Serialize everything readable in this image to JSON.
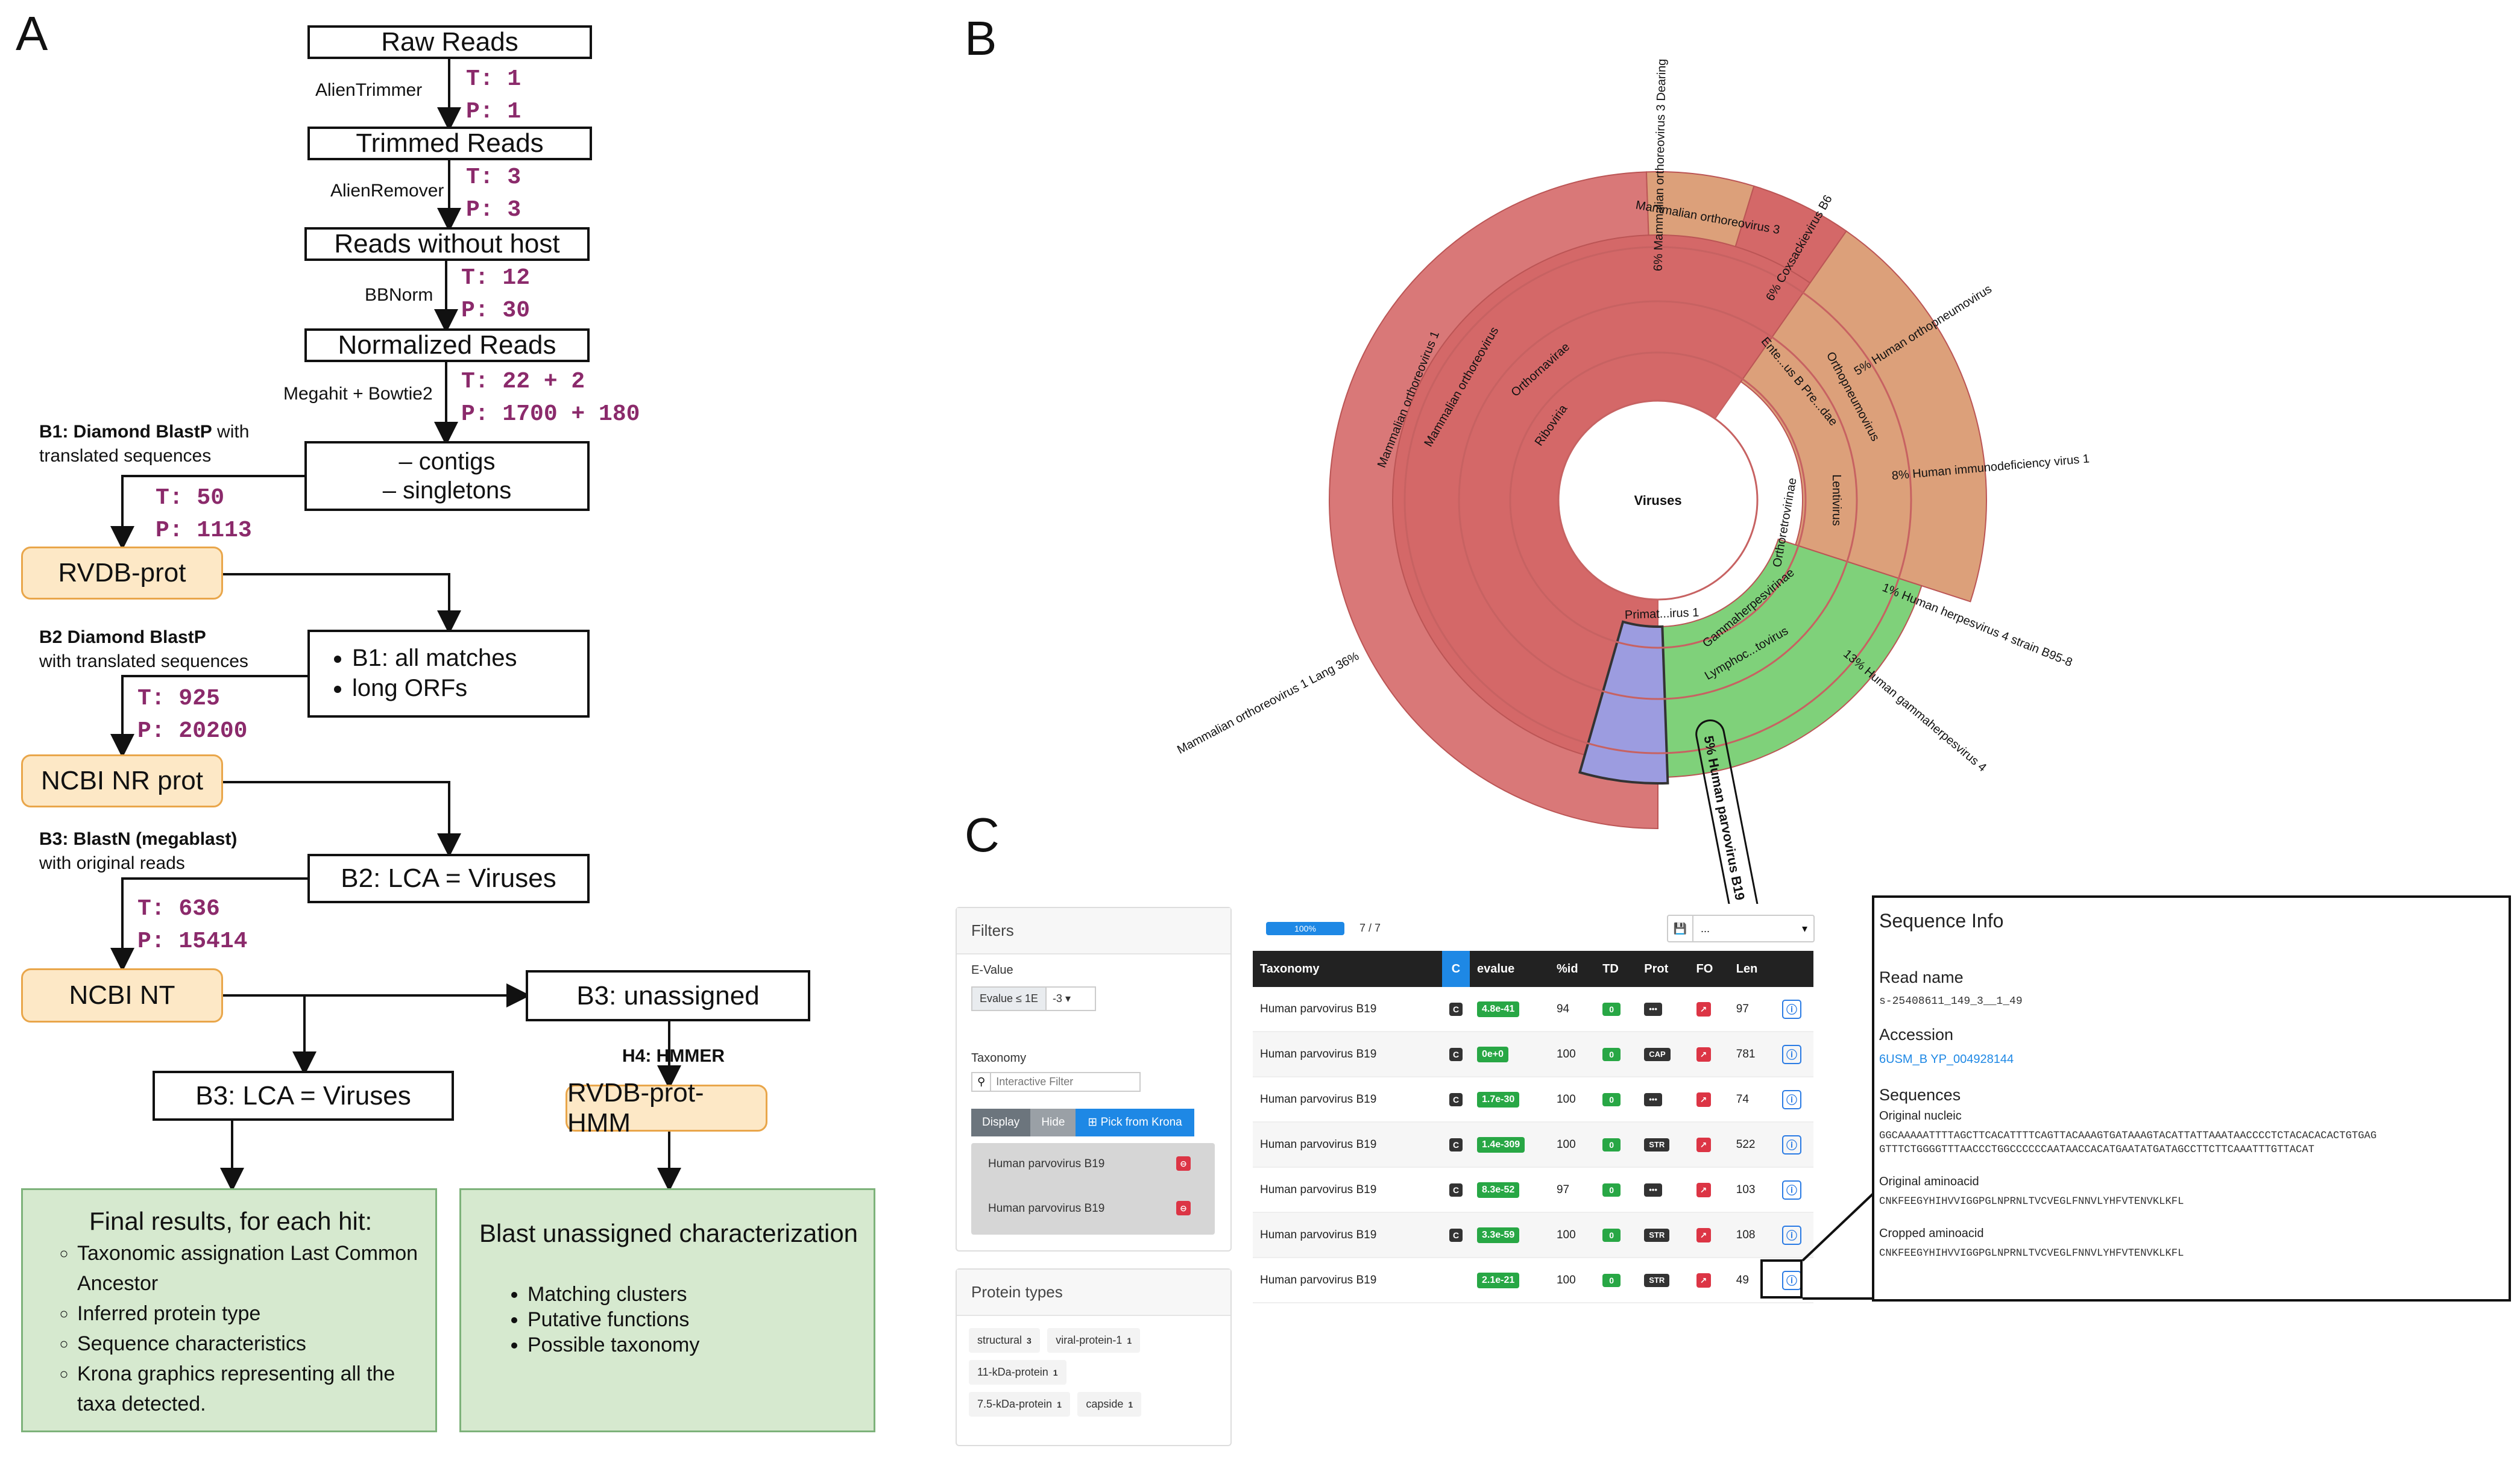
{
  "panel_labels": {
    "a": "A",
    "b": "B",
    "c": "C"
  },
  "flow": {
    "raw_reads": "Raw Reads",
    "trimmed_reads": "Trimmed Reads",
    "reads_without_host": "Reads without host",
    "normalized_reads": "Normalized Reads",
    "contigs_line1": "– contigs",
    "contigs_line2": "– singletons",
    "tool_alientrimmer": "AlienTrimmer",
    "tool_alienremover": "AlienRemover",
    "tool_bbnorm": "BBNorm",
    "tool_megahit": "Megahit + Bowtie2",
    "stat1": "T: 1\nP: 1",
    "stat2": "T: 3\nP: 3",
    "stat3": "T: 12\nP: 30",
    "stat4": "T: 22 + 2\nP: 1700 + 180",
    "stat5": "T: 50\nP: 1113",
    "stat6": "T: 925\nP: 20200",
    "stat7": "T: 636\nP: 15414",
    "b1_title": "B1: Diamond BlastP",
    "b1_with": " with",
    "b1_sub": "translated sequences",
    "b2_title": "B2 Diamond BlastP",
    "b2_sub": "with translated sequences",
    "b3_title": "B3: BlastN (megablast)",
    "b3_sub": "with original reads",
    "rvdb_prot": "RVDB-prot",
    "ncbi_nr": "NCBI NR prot",
    "ncbi_nt": "NCBI NT",
    "rvdb_hmm": "RVDB-prot-HMM",
    "b1_list": [
      "B1: all matches",
      "long ORFs"
    ],
    "b2_lca": "B2: LCA = Viruses",
    "b3_lca": "B3: LCA = Viruses",
    "b3_unassigned": "B3: unassigned",
    "h4": "H4: HMMER",
    "final_head": "Final results, for each hit:",
    "final_items": [
      "Taxonomic assignation Last Common Ancestor",
      "Inferred protein type",
      "Sequence characteristics",
      "Krona graphics representing all the taxa detected."
    ],
    "blast_head": "Blast unassigned characterization",
    "blast_items": [
      "Matching clusters",
      "Putative functions",
      "Possible taxonomy"
    ]
  },
  "krona": {
    "center": "Viruses",
    "labels": {
      "riboviria": "Riboviria",
      "orthornavirae": "Orthornavirae",
      "mammalian_ortho": "Mammalian orthoreovirus",
      "mammalian_ortho_1": "Mammalian orthoreovirus 1",
      "mammalian_ortho_1_lang": "Mammalian orthoreovirus 1 Lang",
      "mammalian_ortho_3": "Mammalian orthoreovirus 3",
      "mammalian_ortho_3_dearing": "Mammalian orthoreovirus 3 Dearing",
      "coxsackievirus": "Coxsackievirus B6",
      "human_orthopneumovirus": "Human orthopneumovirus",
      "hiv": "Human immunodeficiency virus 1",
      "herpes4_b95": "Human herpesvirus 4 strain B95-8",
      "human_gamma4": "Human gammaherpesvirus 4",
      "parvovirus": "Human parvovirus B19",
      "entero": "Ente...us B Pre...dae",
      "orthopneumo": "Orthopneumovirus",
      "lentivirus": "Lentivirus",
      "orthoretro": "Orthoretrovirinae",
      "gammaherpes": "Gammaherpesvirinae",
      "lymphoc": "Lymphoc...tovirus",
      "primat": "Primat...irus 1"
    },
    "pct": {
      "lang": "36%",
      "dearing": "6%",
      "cox": "6%",
      "orthopneumo": "5%",
      "hiv": "8%",
      "herpes": "1%",
      "gamma4": "13%",
      "parvo": "5%"
    },
    "colors": {
      "red": "#d97878",
      "red_inner": "#d46868",
      "orange": "#dca07a",
      "green": "#7fd17a",
      "blue": "#9c9ce0"
    }
  },
  "browser": {
    "filters_title": "Filters",
    "evalue_label": "E-Value",
    "evalue_addon": "Evalue ≤ 1E",
    "evalue_val": "-3",
    "taxonomy_label": "Taxonomy",
    "taxonomy_placeholder": "Interactive Filter",
    "btn_display": "Display",
    "btn_hide": "Hide",
    "btn_pick": "Pick from Krona",
    "pick_items": [
      "Human parvovirus B19",
      "Human parvovirus B19"
    ],
    "protein_types_title": "Protein types",
    "protein_chips": [
      {
        "label": "structural",
        "n": "3"
      },
      {
        "label": "viral-protein-1",
        "n": "1"
      },
      {
        "label": "11-kDa-protein",
        "n": "1"
      },
      {
        "label": "7.5-kDa-protein",
        "n": "1"
      },
      {
        "label": "capside",
        "n": "1"
      }
    ],
    "progress_label": "100%",
    "progress_fraction": 1.0,
    "page_count": "7 / 7",
    "select_value": "...",
    "columns": [
      "Taxonomy",
      "C",
      "evalue",
      "%id",
      "TD",
      "Prot",
      "FO",
      "Len"
    ],
    "rows": [
      {
        "tax": "Human parvovirus B19",
        "c": "C",
        "evalue": "4.8e-41",
        "pid": "94",
        "td": "0",
        "prot": "•••",
        "fo": "↗",
        "len": "97"
      },
      {
        "tax": "Human parvovirus B19",
        "c": "C",
        "evalue": "0e+0",
        "pid": "100",
        "td": "0",
        "prot": "CAP",
        "fo": "↗",
        "len": "781"
      },
      {
        "tax": "Human parvovirus B19",
        "c": "C",
        "evalue": "1.7e-30",
        "pid": "100",
        "td": "0",
        "prot": "•••",
        "fo": "↗",
        "len": "74"
      },
      {
        "tax": "Human parvovirus B19",
        "c": "C",
        "evalue": "1.4e-309",
        "pid": "100",
        "td": "0",
        "prot": "STR",
        "fo": "↗",
        "len": "522"
      },
      {
        "tax": "Human parvovirus B19",
        "c": "C",
        "evalue": "8.3e-52",
        "pid": "97",
        "td": "0",
        "prot": "•••",
        "fo": "↗",
        "len": "103"
      },
      {
        "tax": "Human parvovirus B19",
        "c": "C",
        "evalue": "3.3e-59",
        "pid": "100",
        "td": "0",
        "prot": "STR",
        "fo": "↗",
        "len": "108"
      },
      {
        "tax": "Human parvovirus B19",
        "c": "",
        "evalue": "2.1e-21",
        "pid": "100",
        "td": "0",
        "prot": "STR",
        "fo": "↗",
        "len": "49"
      }
    ],
    "info_icon": "ⓘ"
  },
  "seqinfo": {
    "title": "Sequence Info",
    "read_name_label": "Read name",
    "read_name": "s-25408611_149_3__1_49",
    "accession_label": "Accession",
    "accession": "6USM_B YP_004928144",
    "sequences_label": "Sequences",
    "orig_nucleic_label": "Original nucleic",
    "orig_nucleic_1": "GGCAAAAATTTTAGCTTCACATTTTCAGTTACAAAGTGATAAAGTACATTATTAAATAACCCCTCTACACACACTGTGAG",
    "orig_nucleic_2": "GTTTCTGGGGTTTAACCCTGGCCCCCCAATAACCACATGAATATGATAGCCTTCTTCAAATTTGTTACAT",
    "orig_amino_label": "Original aminoacid",
    "orig_amino": "CNKFEEGYHIHVVIGGPGLNPRNLTVCVEGLFNNVLYHFVTENVKLKFL",
    "crop_amino_label": "Cropped aminoacid",
    "crop_amino": "CNKFEEGYHIHVVIGGPGLNPRNLTVCVEGLFNNVLYHFVTENVKLKFL"
  }
}
